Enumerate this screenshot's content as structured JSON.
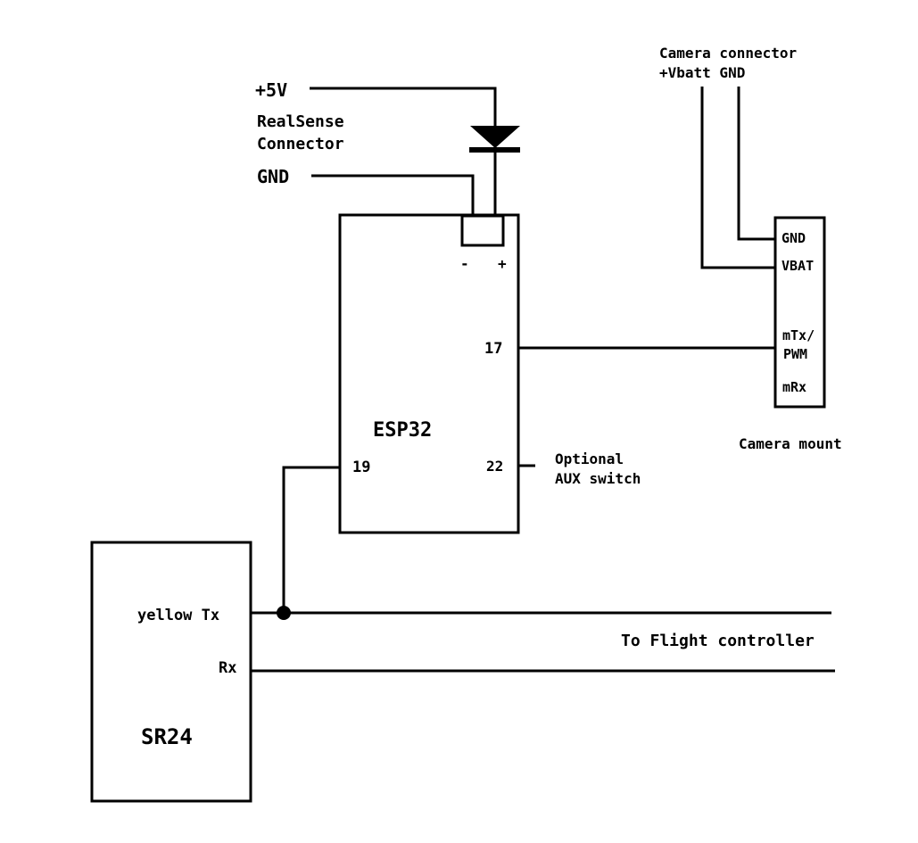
{
  "power": {
    "plus5v": "+5V",
    "connector_line1": "RealSense",
    "connector_line2": "Connector",
    "gnd": "GND"
  },
  "esp32": {
    "name": "ESP32",
    "minus": "-",
    "plus": "+",
    "pin17": "17",
    "pin19": "19",
    "pin22": "22"
  },
  "aux": {
    "line1": "Optional",
    "line2": "AUX switch"
  },
  "camera_connector": {
    "line1": "Camera connector",
    "line2": "+Vbatt GND"
  },
  "camera_mount": {
    "title": "Camera mount",
    "pins": [
      "GND",
      "VBAT",
      "mTx/",
      "PWM",
      "mRx"
    ]
  },
  "sr24": {
    "name": "SR24",
    "tx": "yellow Tx",
    "rx": "Rx"
  },
  "flight_controller": "To Flight controller"
}
